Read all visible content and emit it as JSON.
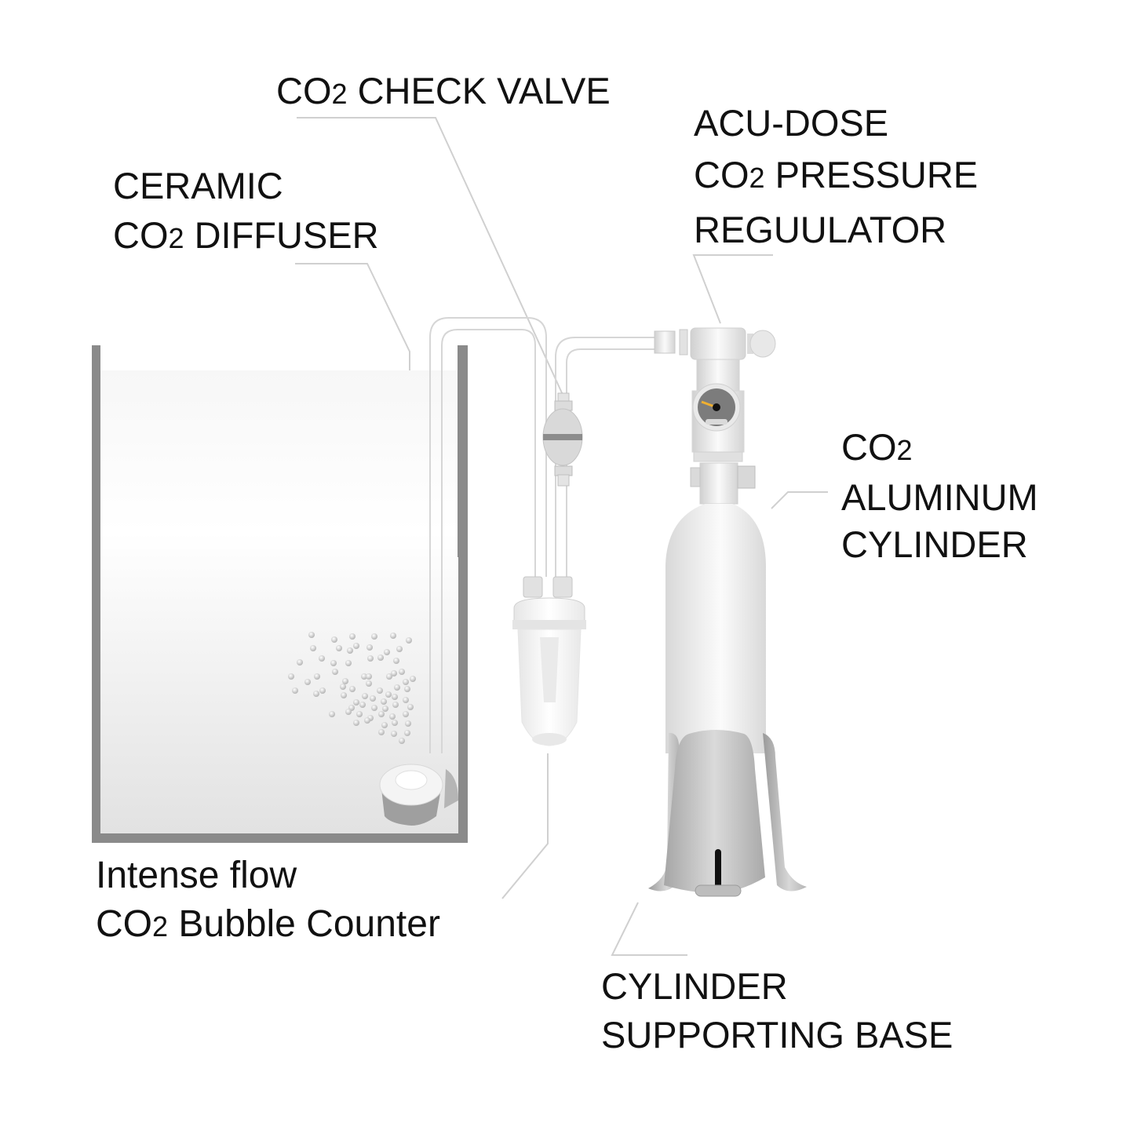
{
  "diagram": {
    "title": "CO2 Aquarium System Setup",
    "background": "#ffffff",
    "colors": {
      "text": "#111111",
      "leader_line": "#cfcfcf",
      "tank_wall": "#8a8a8a",
      "metal_light": "#eeeeee",
      "metal_dark": "#a8a8a8",
      "gauge_face": "#7a7a7a",
      "gauge_needle": "#f0b030",
      "base_slot": "#111111"
    },
    "labels": {
      "check_valve": {
        "lines": [
          {
            "pre": "CO",
            "sub": "2",
            "post": " CHECK VALVE"
          }
        ]
      },
      "regulator": {
        "lines": [
          {
            "pre": "ACU-DOSE",
            "sub": "",
            "post": ""
          },
          {
            "pre": "CO",
            "sub": "2",
            "post": " PRESSURE"
          },
          {
            "pre": "REGUULATOR",
            "sub": "",
            "post": ""
          }
        ]
      },
      "diffuser": {
        "lines": [
          {
            "pre": "CERAMIC",
            "sub": "",
            "post": ""
          },
          {
            "pre": "CO",
            "sub": "2",
            "post": " DIFFUSER"
          }
        ]
      },
      "cylinder": {
        "lines": [
          {
            "pre": "CO",
            "sub": "2",
            "post": ""
          },
          {
            "pre": "ALUMINUM",
            "sub": "",
            "post": ""
          },
          {
            "pre": "CYLINDER",
            "sub": "",
            "post": ""
          }
        ]
      },
      "bubble_counter": {
        "lines": [
          {
            "pre": "Intense flow",
            "sub": "",
            "post": ""
          },
          {
            "pre": "CO",
            "sub": "2",
            "post": " Bubble Counter"
          }
        ]
      },
      "base": {
        "lines": [
          {
            "pre": "CYLINDER",
            "sub": "",
            "post": ""
          },
          {
            "pre": "SUPPORTING BASE",
            "sub": "",
            "post": ""
          }
        ]
      }
    },
    "components": [
      "aquarium-tank",
      "ceramic-co2-diffuser",
      "co2-tubing",
      "co2-check-valve",
      "bubble-counter",
      "pressure-regulator",
      "pressure-gauge",
      "aluminum-cylinder",
      "cylinder-supporting-base"
    ]
  }
}
